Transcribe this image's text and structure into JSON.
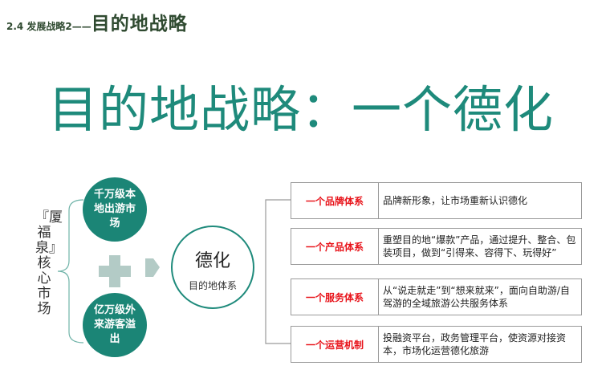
{
  "header": {
    "section": "2.4 发展战略2——",
    "title": "目的地战略"
  },
  "main_title": "目的地战略：一个德化",
  "left_label": "『厦福泉』核心市场",
  "circles": {
    "top": "千万级本地出游市场",
    "bottom": "亿万级外来游客溢出"
  },
  "center": {
    "title": "德化",
    "subtitle": "目的地体系"
  },
  "rows": [
    {
      "label": "一个品牌体系",
      "text": "品牌新形象，让市场重新认识德化"
    },
    {
      "label": "一个产品体系",
      "text": "重塑目的地“爆款”产品，通过提升、整合、包装项目，做到“引得来、容得下、玩得好”"
    },
    {
      "label": "一个服务体系",
      "text": "从“说走就走”到“想来就来”，面向自助游/自驾游的全域旅游公共服务体系"
    },
    {
      "label": "一个运营机制",
      "text": "投融资平台，政务管理平台，使资源对接资本，市场化运营德化旅游"
    }
  ],
  "colors": {
    "teal": "#1b8576",
    "header": "#2f4a30",
    "label_red": "#e8141b",
    "plus_arrow": "#b3cbc6"
  },
  "icons": {
    "plus": "plus-icon",
    "arrow": "arrow-right-icon"
  }
}
